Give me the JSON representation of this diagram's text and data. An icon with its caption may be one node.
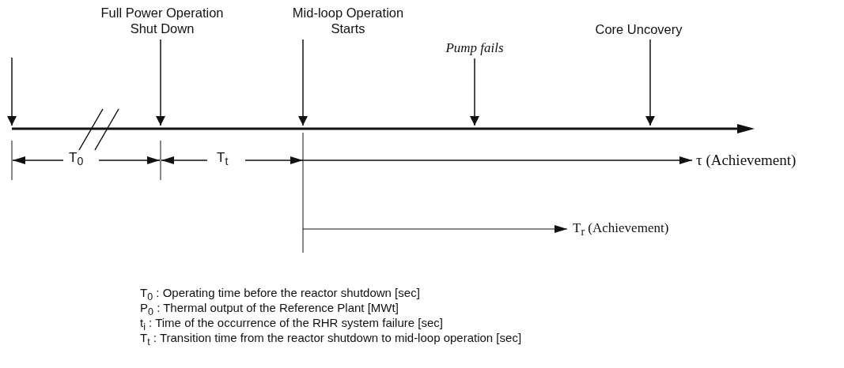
{
  "diagram": {
    "nodes": [
      {
        "text": [
          "Full Power Operation Shut Down"
        ]
      },
      {
        "text": [
          "Mid-loop Operation Starts"
        ]
      },
      {
        "text": [
          "Pump fails"
        ]
      },
      {
        "text": [
          "Core Uncovery"
        ]
      },
      {
        "text": [],
        "shape": "bar"
      }
    ],
    "edges": [
      {
        "from": null,
        "to": 4,
        "arrow": "to"
      },
      {
        "from": 0,
        "to": 4,
        "arrow": "to"
      },
      {
        "from": 1,
        "to": 4,
        "arrow": "to"
      },
      {
        "from": 2,
        "to": 4,
        "arrow": "to"
      },
      {
        "from": 3,
        "to": 4,
        "arrow": "to"
      }
    ],
    "labels": [
      "T$_{0}$",
      "T$_{t}$",
      "τ (Achievement)",
      "T$_{r}$ (Achievement)",
      "T$_{0}$ : Operating time before the reactor shutdown [sec]",
      "P$_{0}$ : Thermal output of the Reference Plant [MWt]",
      "t$_{i}$ : Time of the occurrence of the RHR system failure [sec]",
      "T$_{t}$ : Transition time from the reactor shutdown to mid-loop operation [sec]"
    ]
  }
}
